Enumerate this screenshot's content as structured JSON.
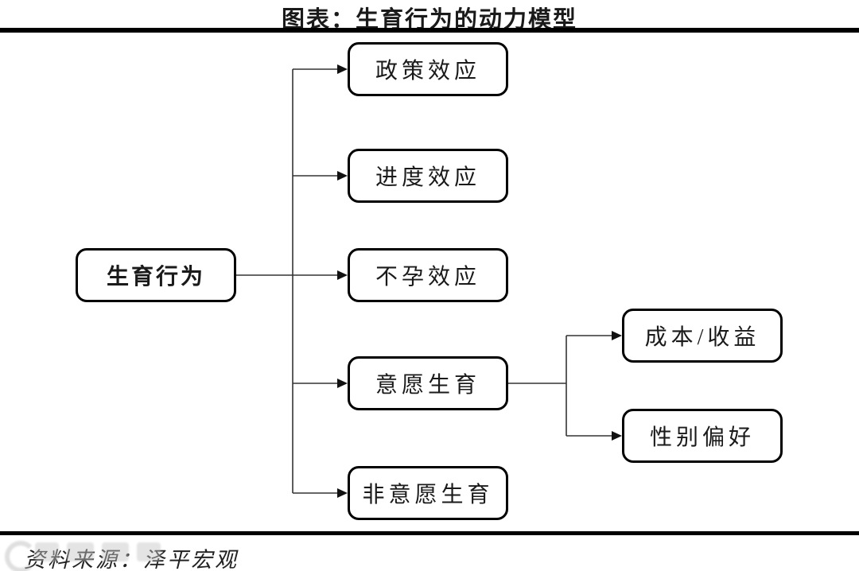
{
  "title": "图表：生育行为的动力模型",
  "source": "资料来源：泽平宏观",
  "colors": {
    "background": "#ffffff",
    "rule": "#000000",
    "node_border": "#000000",
    "connector": "#333333",
    "text": "#1a1a1a"
  },
  "diagram": {
    "type": "flowchart",
    "direction": "left-to-right",
    "root": {
      "label": "生育行为"
    },
    "effects": [
      {
        "label": "政策效应"
      },
      {
        "label": "进度效应"
      },
      {
        "label": "不孕效应"
      },
      {
        "label": "意愿生育"
      },
      {
        "label": "非意愿生育"
      }
    ],
    "subfactors": [
      {
        "label": "成本/收益",
        "parent": "意愿生育"
      },
      {
        "label": "性别偏好",
        "parent": "意愿生育"
      }
    ]
  }
}
